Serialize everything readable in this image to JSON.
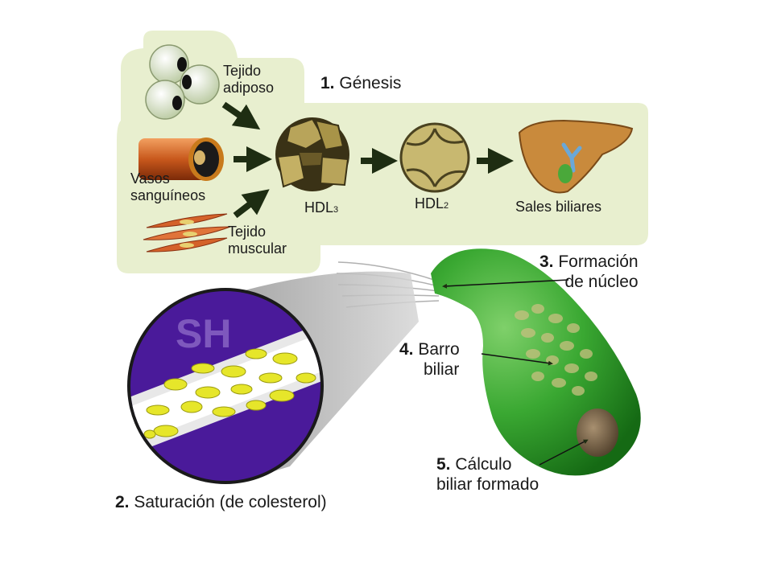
{
  "genesis": {
    "number": "1.",
    "title": "Génesis",
    "sources": {
      "adipose": [
        "Tejido",
        "adiposo"
      ],
      "vessels": [
        "Vasos",
        "sanguíneos"
      ],
      "muscle": [
        "Tejido",
        "muscular"
      ]
    },
    "hdl3": {
      "label": "HDL",
      "sub": "3"
    },
    "hdl2": {
      "label": "HDL",
      "sub": "2"
    },
    "bile_salts": "Sales biliares"
  },
  "saturation": {
    "number": "2.",
    "title": "Saturación (de colesterol)"
  },
  "nucleus": {
    "number": "3.",
    "line1": "Formación",
    "line2": "de núcleo"
  },
  "sludge": {
    "number": "4.",
    "line1": "Barro",
    "line2": "biliar"
  },
  "stone": {
    "number": "5.",
    "line1": "Cálculo",
    "line2": "biliar formado"
  },
  "logo": "SH",
  "colors": {
    "panel": "#e8efcf",
    "gallbladder": "#2f9a2a",
    "vessel_purple": "#4a1a9a",
    "cholesterol": "#e6e62a",
    "liver": "#c98a3c",
    "arrow": "#1e2d12"
  }
}
